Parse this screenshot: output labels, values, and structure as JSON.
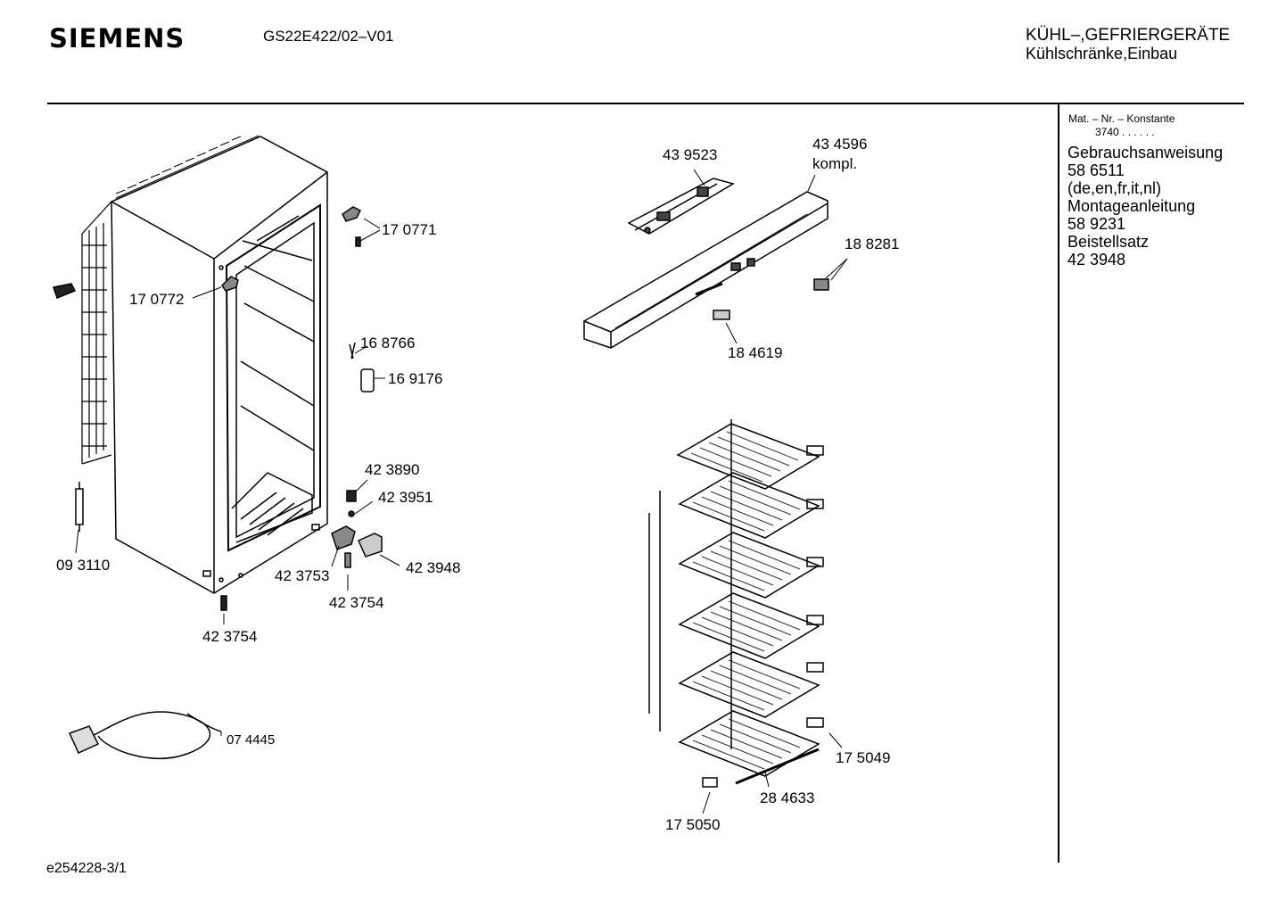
{
  "header": {
    "brand": "SIEMENS",
    "model": "GS22E422/02–V01",
    "category_line1": "KÜHL–,GEFRIERGERÄTE",
    "category_line2": "Kühlschränke,Einbau"
  },
  "sidebar": {
    "mat_label": "Mat. – Nr. – Konstante",
    "mat_value": "3740  .  .  .  .  .  .",
    "items": [
      "Gebrauchsanweisung",
      "58 6511",
      "(de,en,fr,it,nl)",
      "Montageanleitung",
      "58 9231",
      "Beistellsatz",
      "42 3948"
    ]
  },
  "parts": {
    "p170771": "17 0771",
    "p170772": "17 0772",
    "p168766": "16 8766",
    "p169176": "16 9176",
    "p423890": "42 3890",
    "p423951": "42 3951",
    "p423753": "42 3753",
    "p423948": "42 3948",
    "p423754a": "42 3754",
    "p423754b": "42 3754",
    "p093110": "09 3110",
    "p074445": "07 4445",
    "p439523": "43 9523",
    "p434596": "43 4596",
    "p434596b": "kompl.",
    "p188281": "18 8281",
    "p184619": "18 4619",
    "p175049": "17 5049",
    "p284633": "28 4633",
    "p175050": "17 5050"
  },
  "footer": {
    "code": "e254228-3/1"
  }
}
